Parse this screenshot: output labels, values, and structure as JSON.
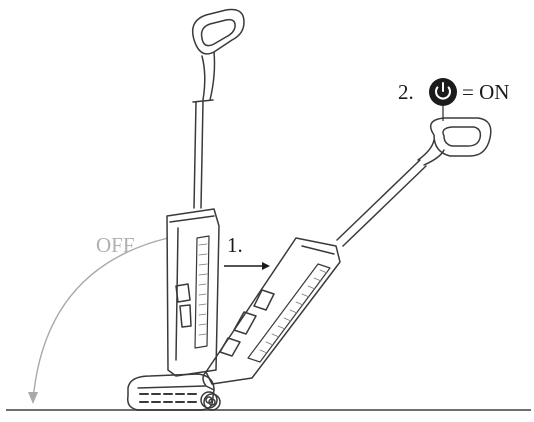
{
  "labels": {
    "off": "OFF",
    "step1": "1.",
    "step2_prefix": "2.",
    "step2_suffix": "= ON"
  },
  "icons": {
    "power": "power-icon"
  },
  "colors": {
    "line": "#2a2a2a",
    "light_gray": "#a9a9a9",
    "mid_gray": "#6e6e6e",
    "dark_fill": "#1c1c1c",
    "off_text": "#b0b0b0",
    "on_text": "#1a1a1a"
  }
}
